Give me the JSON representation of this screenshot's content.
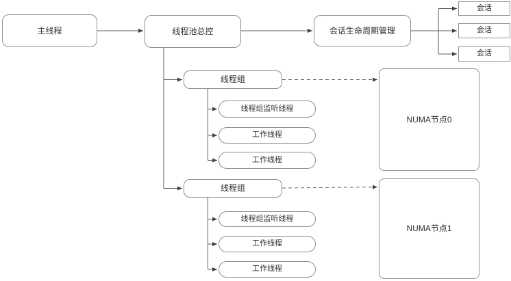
{
  "diagram": {
    "title": "thread-pool-architecture-flowchart",
    "nodes": {
      "main_thread": {
        "label": "主线程"
      },
      "pool_controller": {
        "label": "线程池总控"
      },
      "session_lifecycle": {
        "label": "会话生命周期管理"
      },
      "sessions": [
        {
          "label": "会话"
        },
        {
          "label": "会话"
        },
        {
          "label": "会话"
        }
      ],
      "group1": {
        "label": "线程组",
        "children": [
          {
            "label": "线程组监听线程"
          },
          {
            "label": "工作线程"
          },
          {
            "label": "工作线程"
          }
        ]
      },
      "group2": {
        "label": "线程组",
        "children": [
          {
            "label": "线程组监听线程"
          },
          {
            "label": "工作线程"
          },
          {
            "label": "工作线程"
          }
        ]
      },
      "numa0": {
        "label": "NUMA节点0"
      },
      "numa1": {
        "label": "NUMA节点1"
      }
    },
    "edges": [
      {
        "from": "main_thread",
        "to": "pool_controller",
        "style": "solid"
      },
      {
        "from": "pool_controller",
        "to": "session_lifecycle",
        "style": "solid"
      },
      {
        "from": "session_lifecycle",
        "to": "session_1",
        "style": "solid"
      },
      {
        "from": "session_lifecycle",
        "to": "session_2",
        "style": "solid"
      },
      {
        "from": "session_lifecycle",
        "to": "session_3",
        "style": "solid"
      },
      {
        "from": "pool_controller",
        "to": "thread_group_1",
        "style": "solid"
      },
      {
        "from": "pool_controller",
        "to": "thread_group_2",
        "style": "solid"
      },
      {
        "from": "thread_group_1",
        "to": "group1_listener",
        "style": "solid"
      },
      {
        "from": "thread_group_1",
        "to": "group1_worker_1",
        "style": "solid"
      },
      {
        "from": "thread_group_1",
        "to": "group1_worker_2",
        "style": "solid"
      },
      {
        "from": "thread_group_2",
        "to": "group2_listener",
        "style": "solid"
      },
      {
        "from": "thread_group_2",
        "to": "group2_worker_1",
        "style": "solid"
      },
      {
        "from": "thread_group_2",
        "to": "group2_worker_2",
        "style": "solid"
      },
      {
        "from": "thread_group_1",
        "to": "numa_node_0",
        "style": "dashed"
      },
      {
        "from": "thread_group_2",
        "to": "numa_node_1",
        "style": "dashed"
      }
    ],
    "colors": {
      "background": "#ffffff",
      "node_border": "#8f8f8f",
      "connector": "#5e5e5e",
      "arrowhead": "#3f3f3f",
      "text": "#2e2e2e"
    }
  }
}
